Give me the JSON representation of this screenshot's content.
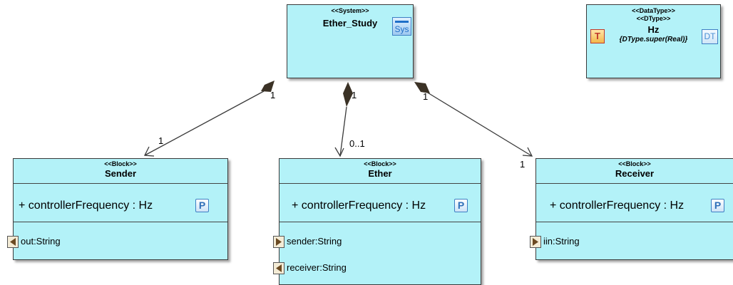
{
  "system": {
    "stereotype": "<<System>>",
    "name": "Ether_Study",
    "icon_label": "Sys"
  },
  "datatype": {
    "stereotype1": "<<DataType>>",
    "stereotype2": "<<DType>>",
    "name": "Hz",
    "constraint": "{DType.super(Real)}",
    "left_icon_label": "T",
    "right_icon_label": "DT"
  },
  "blocks": {
    "sender": {
      "stereotype": "<<Block>>",
      "name": "Sender",
      "property": "+ controllerFrequency : Hz",
      "property_icon": "P",
      "ports": [
        {
          "label": "out:String",
          "direction": "out"
        }
      ]
    },
    "ether": {
      "stereotype": "<<Block>>",
      "name": "Ether",
      "property": "+ controllerFrequency : Hz",
      "property_icon": "P",
      "ports": [
        {
          "label": "sender:String",
          "direction": "in"
        },
        {
          "label": "receiver:String",
          "direction": "out"
        }
      ]
    },
    "receiver": {
      "stereotype": "<<Block>>",
      "name": "Receiver",
      "property": "+ controllerFrequency : Hz",
      "property_icon": "P",
      "ports": [
        {
          "label": "iin:String",
          "direction": "in"
        }
      ]
    }
  },
  "associations": [
    {
      "from": "Ether_Study",
      "to": "Sender",
      "source_multiplicity": "1",
      "target_multiplicity": "1",
      "kind": "composition"
    },
    {
      "from": "Ether_Study",
      "to": "Ether",
      "source_multiplicity": "1",
      "target_multiplicity": "0..1",
      "kind": "composition"
    },
    {
      "from": "Ether_Study",
      "to": "Receiver",
      "source_multiplicity": "1",
      "target_multiplicity": "1",
      "kind": "composition"
    }
  ],
  "colors": {
    "block_fill": "#b3f2f8",
    "line": "#3a3a3a",
    "diamond": "#3b3226"
  }
}
